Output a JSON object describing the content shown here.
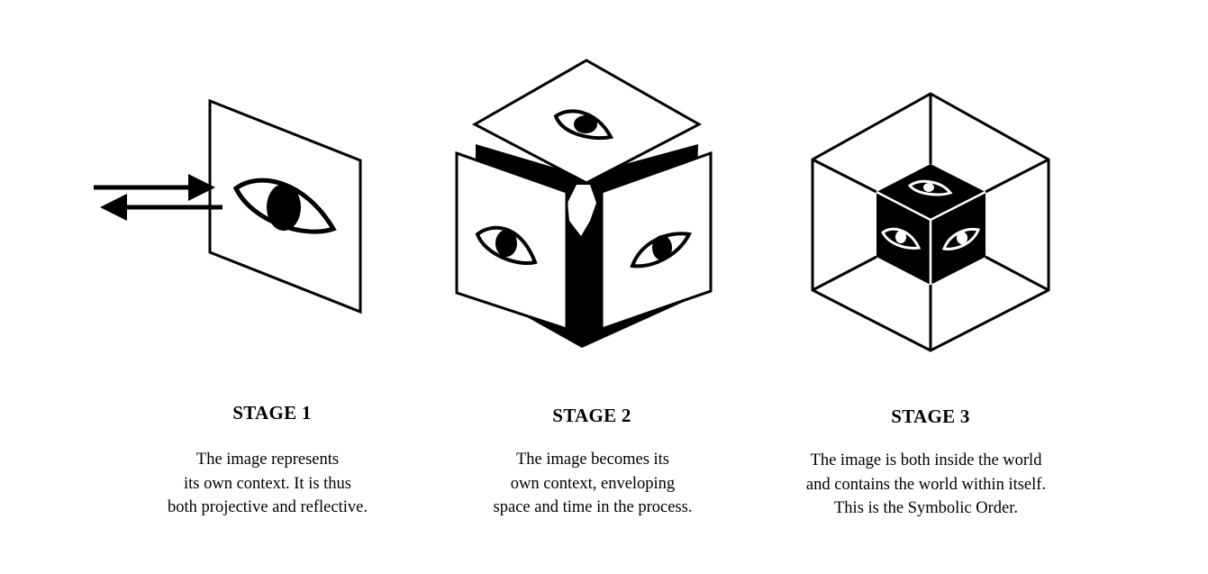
{
  "stages": [
    {
      "title": "STAGE 1",
      "caption": [
        "The image represents",
        "its own context. It is thus",
        "both projective and reflective."
      ]
    },
    {
      "title": "STAGE 2",
      "caption": [
        "The image becomes its",
        "own context, enveloping",
        "space and time in the process."
      ]
    },
    {
      "title": "STAGE 3",
      "caption": [
        "The image is both inside the world",
        "and contains the world within itself.",
        "This is the Symbolic Order."
      ]
    }
  ],
  "colors": {
    "ink": "#000000",
    "paper": "#ffffff"
  },
  "icons": [
    "eye-icon",
    "arrow-right-icon",
    "arrow-left-icon"
  ]
}
